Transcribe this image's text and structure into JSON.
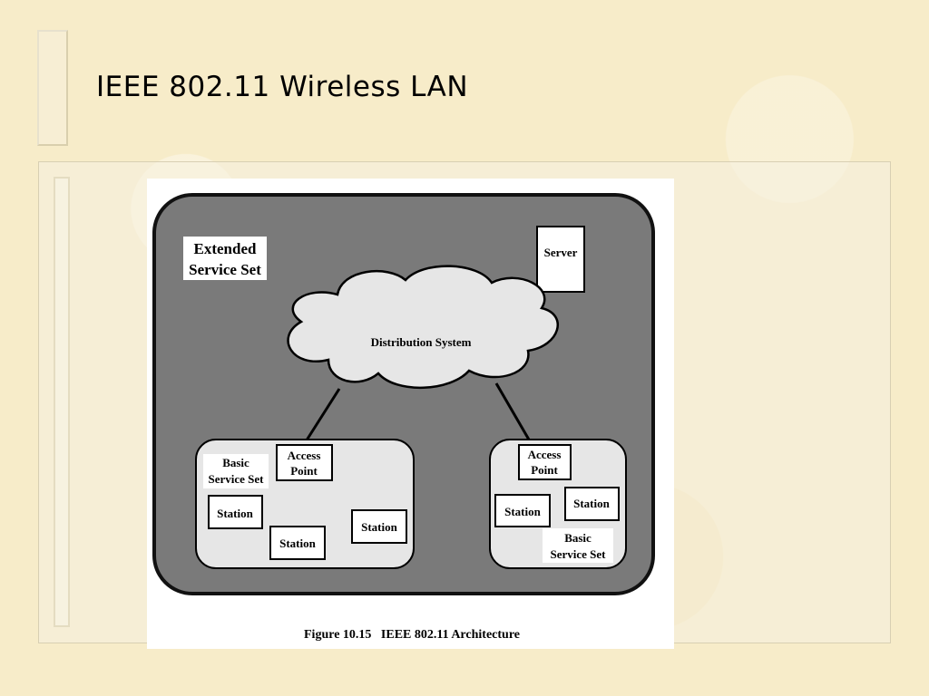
{
  "slide": {
    "title": "IEEE 802.11 Wireless LAN"
  },
  "diagram": {
    "ess_label_line1": "Extended",
    "ess_label_line2": "Service Set",
    "server_label": "Server",
    "distribution_system_label": "Distribution System",
    "bss_left": {
      "label_line1": "Basic",
      "label_line2": "Service Set",
      "ap_line1": "Access",
      "ap_line2": "Point",
      "stations": [
        "Station",
        "Station",
        "Station"
      ]
    },
    "bss_right": {
      "label_line1": "Basic",
      "label_line2": "Service Set",
      "ap_line1": "Access",
      "ap_line2": "Point",
      "stations": [
        "Station",
        "Station"
      ]
    },
    "caption": "Figure 10.15   IEEE 802.11 Architecture",
    "colors": {
      "ess_fill": "#7a7a7a",
      "bss_fill": "#e6e6e6",
      "cloud_fill": "#e6e6e6"
    }
  }
}
